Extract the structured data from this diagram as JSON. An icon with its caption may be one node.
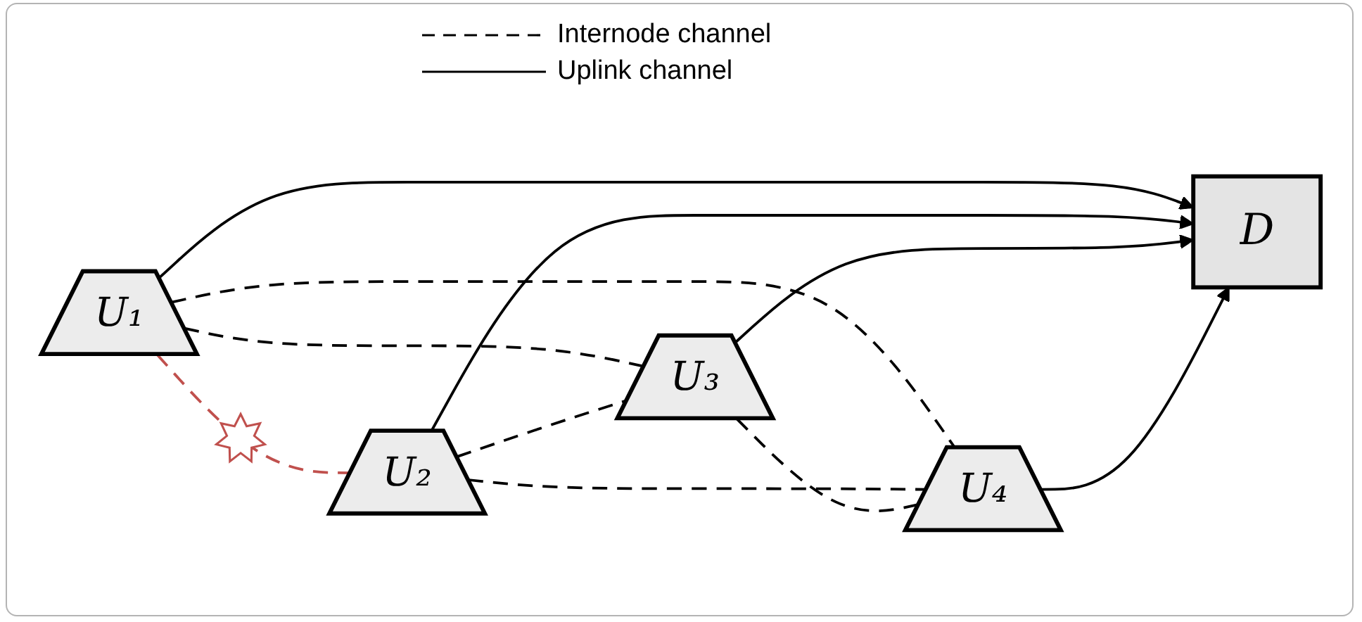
{
  "diagram": {
    "nodes": [
      {
        "text": [
          "U₁"
        ]
      },
      {
        "text": [
          "U₂"
        ]
      },
      {
        "text": [
          "D"
        ]
      },
      {
        "text": [
          "U₃"
        ]
      },
      {
        "text": [
          "U₄"
        ]
      }
    ],
    "edges": [
      {
        "from": 0,
        "to": 1,
        "arrow": "none",
        "style": "dashed",
        "color": "#c0504d"
      },
      {
        "from": 0,
        "to": 2,
        "arrow": "to"
      },
      {
        "from": 0,
        "to": 3,
        "arrow": "none",
        "style": "dashed"
      },
      {
        "from": 0,
        "to": 4,
        "arrow": "none",
        "style": "dashed"
      },
      {
        "from": 1,
        "to": 2,
        "arrow": "to"
      },
      {
        "from": 1,
        "to": 3,
        "arrow": "none",
        "style": "dashed"
      },
      {
        "from": 1,
        "to": 4,
        "arrow": "none",
        "style": "dashed"
      },
      {
        "from": 3,
        "to": 2,
        "arrow": "to"
      },
      {
        "from": 3,
        "to": 4,
        "arrow": "none",
        "style": "dashed"
      },
      {
        "from": 4,
        "to": 2,
        "arrow": "to"
      }
    ],
    "legend": [
      {
        "text": "Internode channel"
      },
      {
        "text": "Uplink channel"
      }
    ]
  }
}
